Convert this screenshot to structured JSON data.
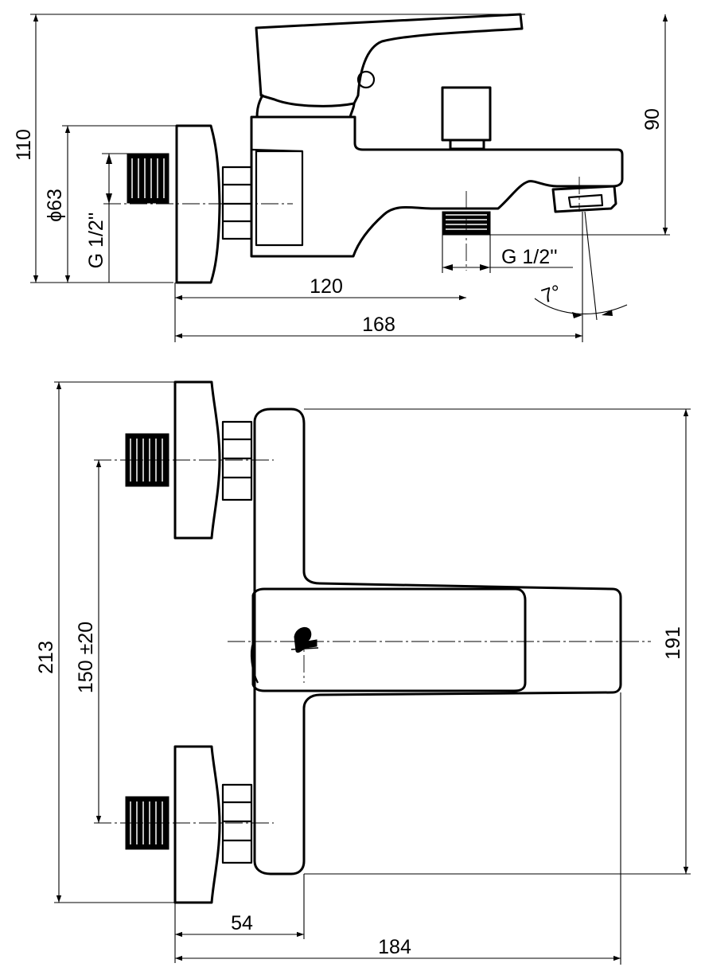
{
  "side_view": {
    "height_total": "110",
    "height_outlet": "90",
    "diameter": "ϕ63",
    "thread_inlet": "G 1/2''",
    "thread_outlet": "G 1/2''",
    "length_outlet": "120",
    "length_total": "168",
    "angle": "7°"
  },
  "top_view": {
    "width_total": "213",
    "distance": "150 ±20",
    "width_body": "191",
    "wall_offset": "54",
    "depth_total": "184"
  }
}
